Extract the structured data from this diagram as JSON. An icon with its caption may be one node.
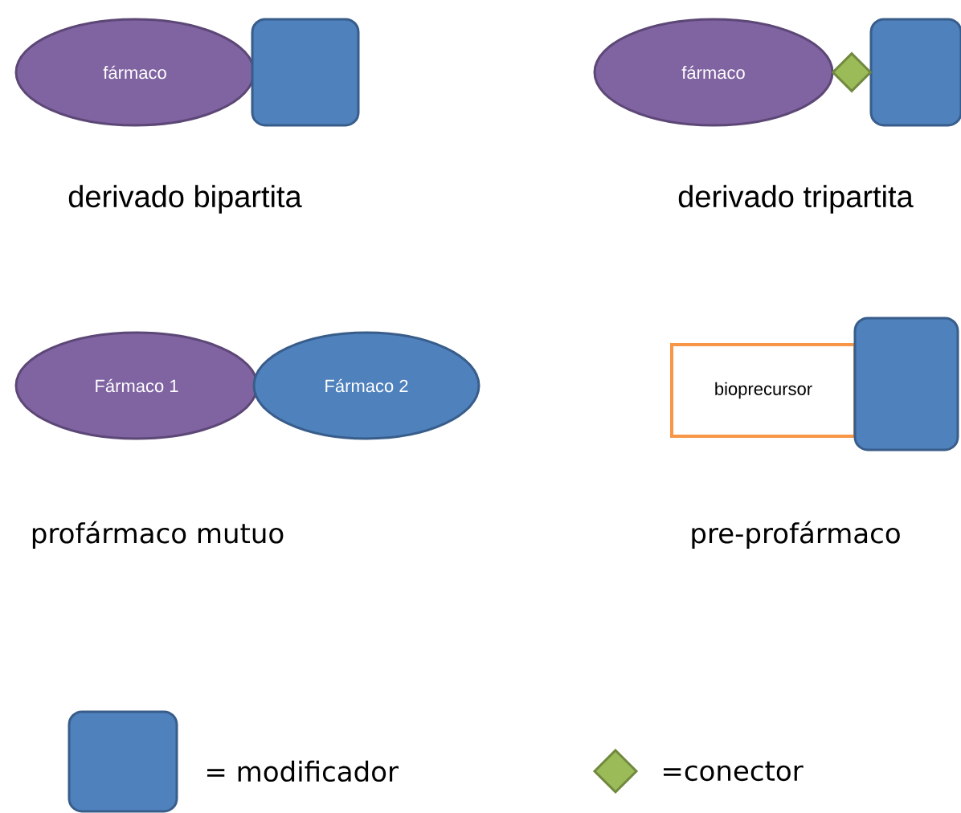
{
  "diagram": {
    "nodes": [
      {
        "text": [
          "fármaco"
        ]
      },
      {
        "text": [],
        "shape": "box"
      },
      {
        "text": [
          "fármaco"
        ]
      },
      {
        "text": [],
        "shape": "diamond"
      },
      {
        "text": [],
        "shape": "box"
      },
      {
        "text": [
          "Fármaco 1"
        ]
      },
      {
        "text": [
          "Fármaco 2"
        ]
      },
      {
        "text": [
          "bioprecursor"
        ]
      },
      {
        "text": [],
        "shape": "box"
      }
    ],
    "labels": [
      "derivado bipartita",
      "derivado tripartita",
      "profármaco mutuo",
      "pre-profármaco"
    ],
    "legend": [
      {
        "text": "= modificador"
      },
      {
        "text": "=conector"
      }
    ]
  }
}
